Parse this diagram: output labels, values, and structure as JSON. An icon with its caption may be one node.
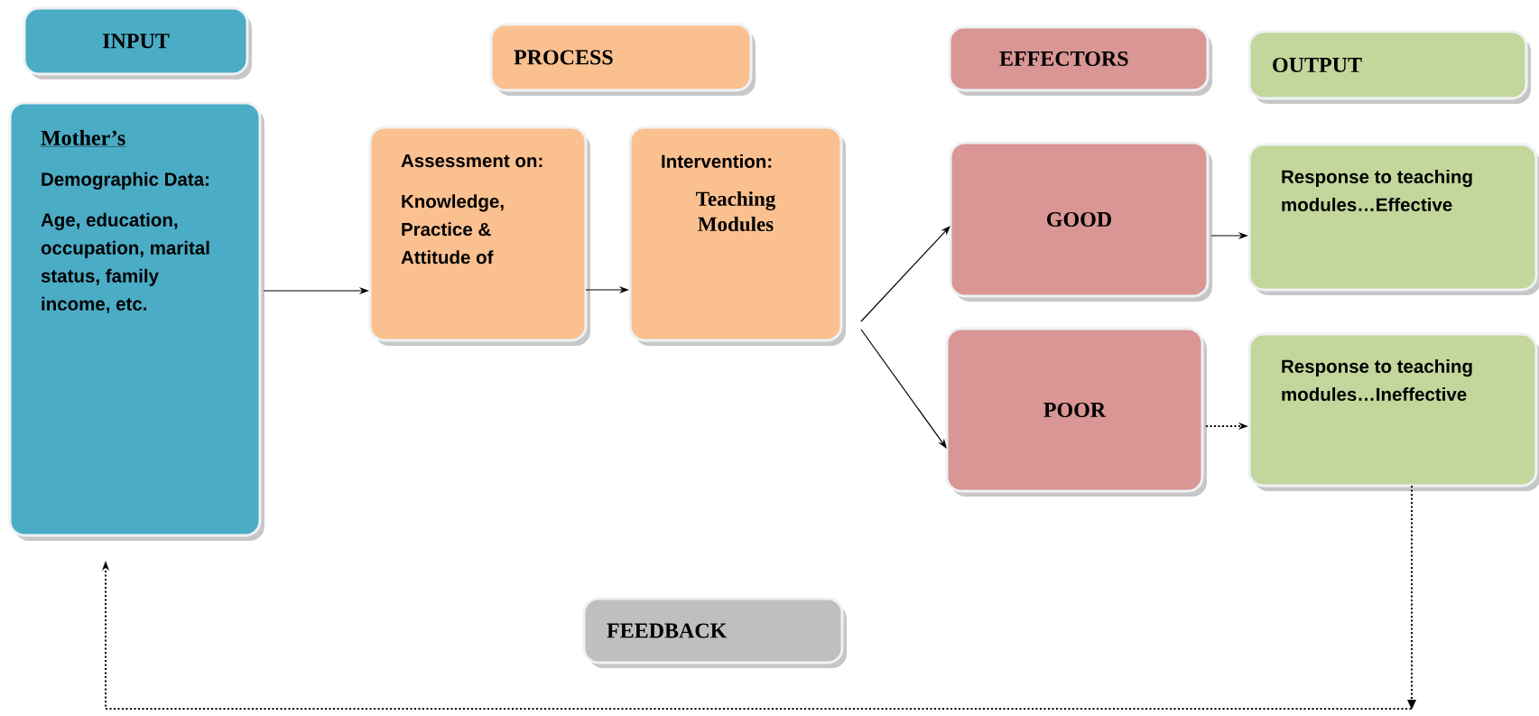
{
  "diagram": {
    "nodes": [
      {
        "text": [
          "INPUT"
        ]
      },
      {
        "text": [
          "PROCESS"
        ]
      },
      {
        "text": [
          "EFFECTORS"
        ]
      },
      {
        "text": [
          "OUTPUT"
        ]
      },
      {
        "text": [
          "Mother’s",
          "Demographic Data:",
          "Age, education, occupation, marital status, family income, etc."
        ]
      },
      {
        "text": [
          "Assessment on:",
          "Knowledge, Practice & Attitude of"
        ]
      },
      {
        "text": [
          "Intervention:",
          "Teaching Modules"
        ]
      },
      {
        "text": [
          "GOOD"
        ]
      },
      {
        "text": [
          "Response to teaching modules…Effective"
        ]
      },
      {
        "text": [
          "POOR"
        ]
      },
      {
        "text": [
          "Response to teaching modules…Ineffective"
        ]
      },
      {
        "text": [
          "FEEDBACK"
        ]
      }
    ],
    "edges": [
      {
        "from": 4,
        "to": 5,
        "arrow": "to"
      },
      {
        "from": 5,
        "to": 6,
        "arrow": "to"
      },
      {
        "from": 6,
        "to": 7,
        "arrow": "to"
      },
      {
        "from": 6,
        "to": 9,
        "arrow": "to"
      },
      {
        "from": 7,
        "to": 8,
        "arrow": "to"
      },
      {
        "from": 9,
        "to": 10,
        "arrow": "to",
        "style": "dashed"
      },
      {
        "from": 10,
        "to": 4,
        "arrow": "to",
        "style": "dashed"
      }
    ]
  }
}
